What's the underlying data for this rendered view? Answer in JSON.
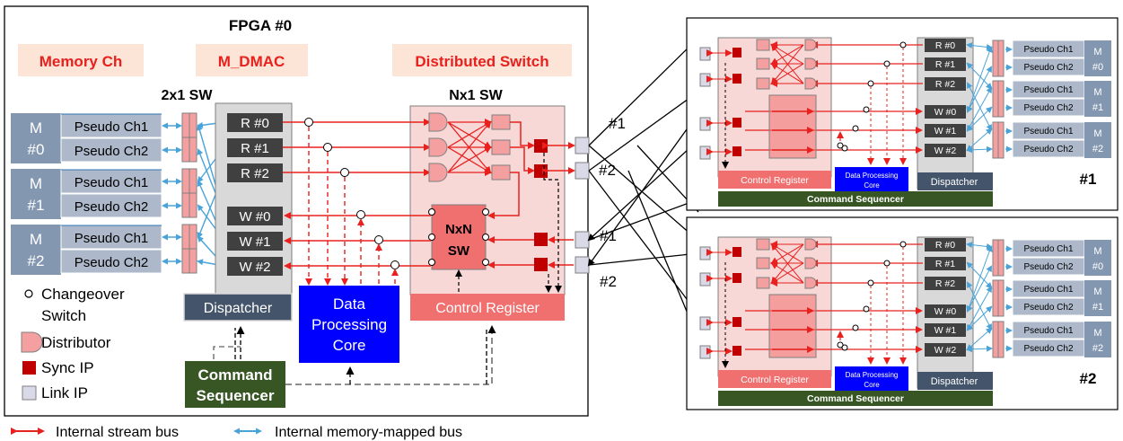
{
  "fpga0": {
    "title": "FPGA #0",
    "section_memory": "Memory Ch",
    "section_mdmac": "M_DMAC",
    "section_switch": "Distributed Switch",
    "sw_2x1": "2x1 SW",
    "sw_nx1": "Nx1 SW",
    "mem_blocks": [
      {
        "id": "#0",
        "label": "M"
      },
      {
        "id": "#1",
        "label": "M"
      },
      {
        "id": "#2",
        "label": "M"
      }
    ],
    "pseudo1": "Pseudo Ch1",
    "pseudo2": "Pseudo Ch2",
    "r_labels": [
      "R #0",
      "R #1",
      "R #2"
    ],
    "w_labels": [
      "W #0",
      "W #1",
      "W #2"
    ],
    "dispatcher": "Dispatcher",
    "dpc": [
      "Data",
      "Processing",
      "Core"
    ],
    "control_register": "Control Register",
    "nxn": [
      "NxN",
      "SW"
    ],
    "command_sequencer": [
      "Command",
      "Sequencer"
    ],
    "link_labels": [
      "#1",
      "#2",
      "#1",
      "#2"
    ]
  },
  "legend": {
    "changeover": [
      "Changeover",
      "Switch"
    ],
    "distributor": "Distributor",
    "sync_ip": "Sync IP",
    "link_ip": "Link IP",
    "internal_stream": "Internal stream bus",
    "internal_mm": "Internal memory-mapped bus"
  },
  "remote": {
    "boards": [
      "#1",
      "#2"
    ],
    "r_labels": [
      "R #0",
      "R #1",
      "R #2"
    ],
    "w_labels": [
      "W #0",
      "W #1",
      "W #2"
    ],
    "pseudo1": "Pseudo Ch1",
    "pseudo2": "Pseudo Ch2",
    "mem": [
      {
        "label": "M",
        "id": "#0"
      },
      {
        "label": "M",
        "id": "#1"
      },
      {
        "label": "M",
        "id": "#2"
      }
    ],
    "control_register": "Control Register",
    "dpc": [
      "Data Processing",
      "Core"
    ],
    "dispatcher": "Dispatcher",
    "command_sequencer": "Command Sequencer"
  },
  "colors": {
    "red": "#e8201e",
    "blue_line": "#4aa3d8",
    "memory": "#8497b0",
    "pseudo": "#adb9ca",
    "dpc": "#0000ff",
    "sequencer": "#375623",
    "sync": "#c00000",
    "switch_bg": "#f8d7d7",
    "control": "#f07070"
  }
}
